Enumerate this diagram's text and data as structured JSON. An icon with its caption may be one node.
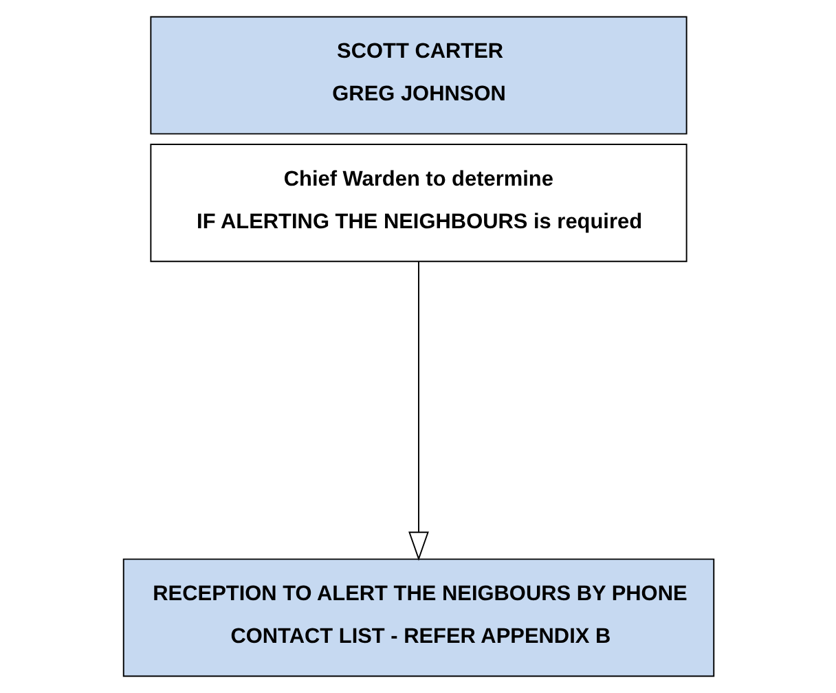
{
  "diagram": {
    "nodes": [
      {
        "text": [
          "SCOTT CARTER",
          "GREG JOHNSON"
        ]
      },
      {
        "text": [
          "Chief Warden to determine",
          "IF ALERTING THE NEIGHBOURS is required"
        ]
      },
      {
        "text": [
          "RECEPTION TO ALERT THE NEIGBOURS BY PHONE",
          "CONTACT LIST - REFER APPENDIX B"
        ]
      }
    ],
    "edges": [
      {
        "from": 1,
        "to": 2,
        "arrow": "to"
      }
    ]
  }
}
